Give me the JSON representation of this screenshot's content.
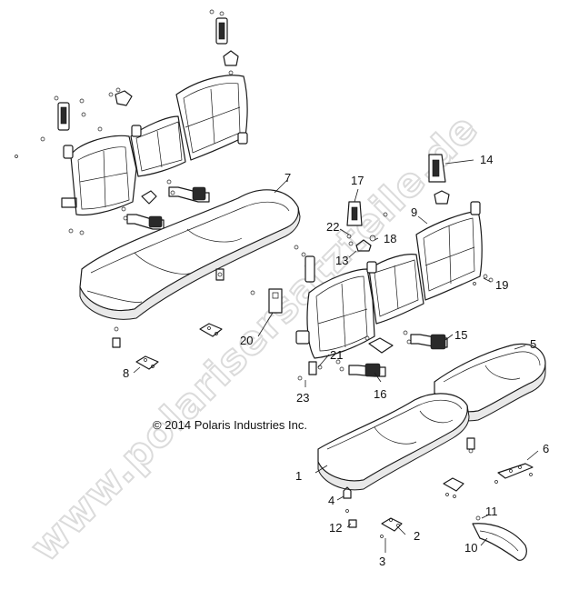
{
  "watermark": {
    "text": "www.polarisersatzteile.de"
  },
  "copyright": {
    "text": "© 2014 Polaris Industries Inc."
  },
  "callouts": [
    "1",
    "2",
    "3",
    "4",
    "5",
    "6",
    "7",
    "8",
    "9",
    "10",
    "11",
    "12",
    "13",
    "14",
    "15",
    "16",
    "17",
    "18",
    "19",
    "20",
    "21",
    "22",
    "23"
  ],
  "colors": {
    "line": "#1a1a1a",
    "background": "#ffffff",
    "watermark_outline": "#d8d8d8"
  }
}
